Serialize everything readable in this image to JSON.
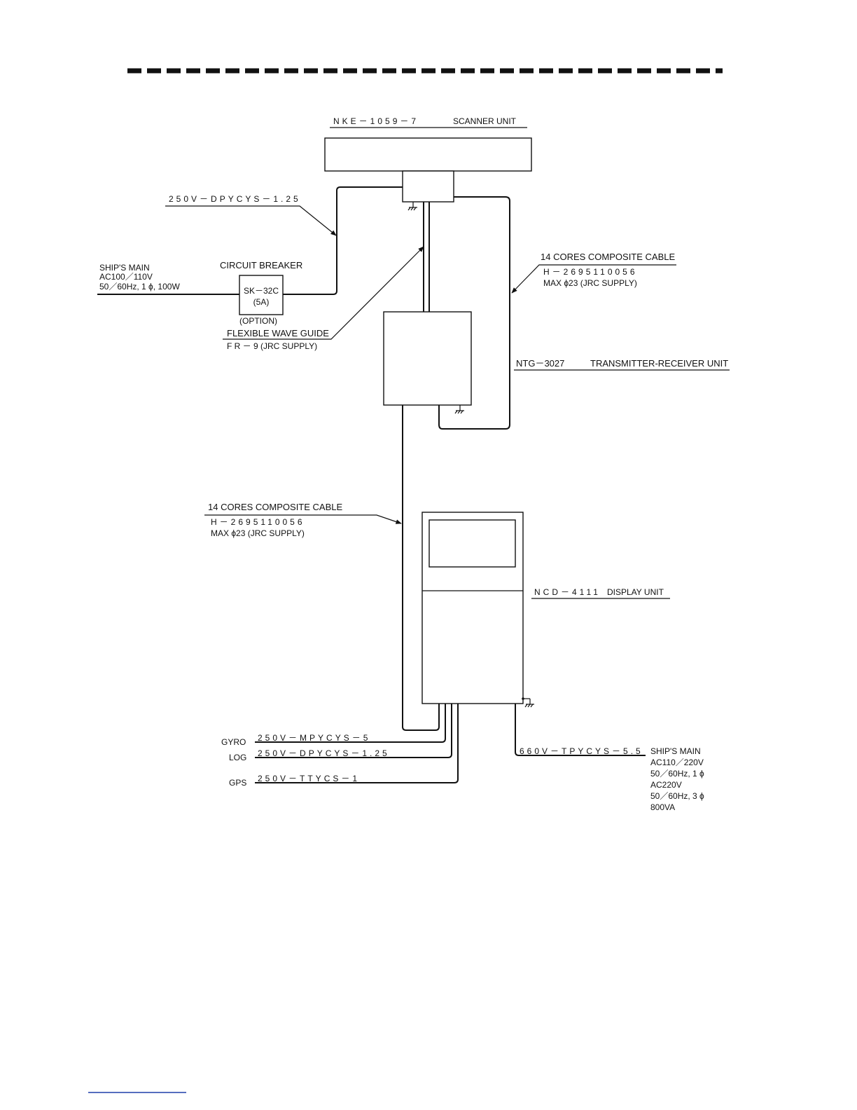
{
  "scanner": {
    "model": "NKE－1059－7",
    "name": "SCANNER UNIT",
    "power_cable": "250V－DPYCYS－1.25"
  },
  "breaker": {
    "title": "CIRCUIT BREAKER",
    "model": "SK－32C",
    "rating": "(5A)",
    "note": "(OPTION)"
  },
  "ship_main_1": {
    "line1": "SHIP'S MAIN",
    "line2": "AC100／110V",
    "line3": "50／60Hz, 1 ϕ, 100W"
  },
  "waveguide": {
    "label": "FLEXIBLE WAVE GUIDE",
    "model": "F R － 9 (JRC SUPPLY)"
  },
  "composite_cable_upper": {
    "title": "14 CORES COMPOSITE CABLE",
    "part": "H－2695110056",
    "spec": "MAX ϕ23 (JRC SUPPLY)"
  },
  "transceiver": {
    "model": "NTG－3027",
    "name": "TRANSMITTER-RECEIVER UNIT"
  },
  "composite_cable_lower": {
    "title": "14 CORES COMPOSITE CABLE",
    "part": "H－2695110056",
    "spec": "MAX ϕ23 (JRC SUPPLY)"
  },
  "display": {
    "model": "NCD－4111",
    "name": "DISPLAY UNIT"
  },
  "inputs": [
    {
      "name": "GYRO",
      "cable": "250V－MPYCYS－5"
    },
    {
      "name": "LOG",
      "cable": "250V－DPYCYS－1.25"
    },
    {
      "name": "GPS",
      "cable": "250V－TTYCS－1"
    }
  ],
  "ship_main_2": {
    "cable": "660V－TPYCYS－5.5",
    "line1": "SHIP'S MAIN",
    "line2": "AC110／220V",
    "line3": "50／60Hz, 1 ϕ",
    "line4": "AC220V",
    "line5": "50／60Hz, 3 ϕ",
    "line6": "800VA"
  }
}
